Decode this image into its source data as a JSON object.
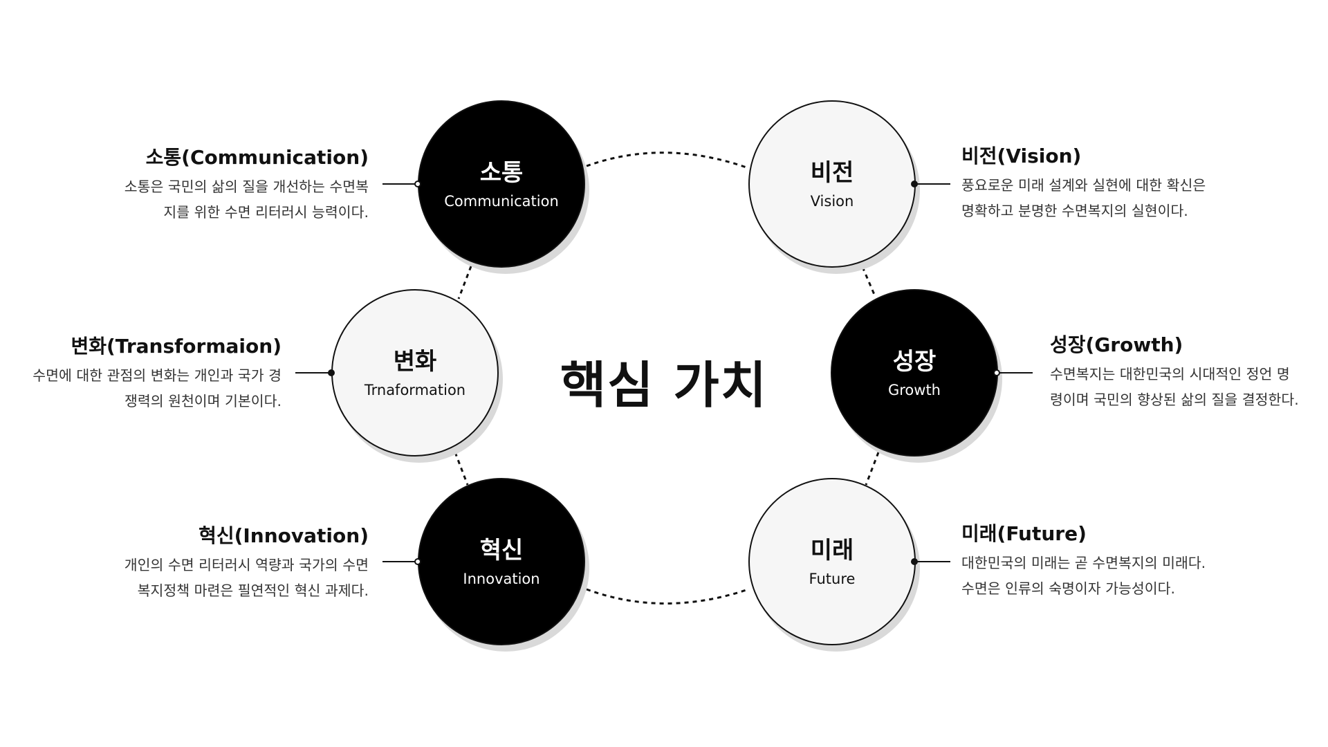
{
  "diagram": {
    "center_title": "핵심 가치",
    "values": [
      {
        "id": "communication",
        "node_ko": "소통",
        "node_en": "Communication",
        "heading": "소통(Communication)",
        "desc_lines": [
          "소통은 국민의 삶의 질을 개선하는 수면복",
          "지를 위한 수면 리터러시 능력이다."
        ]
      },
      {
        "id": "vision",
        "node_ko": "비전",
        "node_en": "Vision",
        "heading": "비전(Vision)",
        "desc_lines": [
          "풍요로운 미래 설계와 실현에 대한 확신은",
          "명확하고 분명한 수면복지의 실현이다."
        ]
      },
      {
        "id": "transformation",
        "node_ko": "변화",
        "node_en": "Trnaformation",
        "heading": "변화(Transformaion)",
        "desc_lines": [
          "수면에 대한 관점의 변화는 개인과 국가 경",
          "쟁력의 원천이며 기본이다."
        ]
      },
      {
        "id": "growth",
        "node_ko": "성장",
        "node_en": "Growth",
        "heading": "성장(Growth)",
        "desc_lines": [
          "수면복지는 대한민국의 시대적인 정언 명",
          "령이며 국민의 향상된 삶의 질을 결정한다."
        ]
      },
      {
        "id": "innovation",
        "node_ko": "혁신",
        "node_en": "Innovation",
        "heading": "혁신(Innovation)",
        "desc_lines": [
          "개인의 수면 리터러시 역량과 국가의 수면",
          "복지정책 마련은 필연적인 혁신 과제다."
        ]
      },
      {
        "id": "future",
        "node_ko": "미래",
        "node_en": "Future",
        "heading": "미래(Future)",
        "desc_lines": [
          "대한민국의 미래는 곧 수면복지의 미래다.",
          "수면은 인류의 숙명이자 가능성이다."
        ]
      }
    ]
  },
  "colors": {
    "dark_fill": "#000000",
    "light_fill": "#f6f6f6",
    "stroke": "#111111",
    "shadow": "#d9d9d9"
  }
}
